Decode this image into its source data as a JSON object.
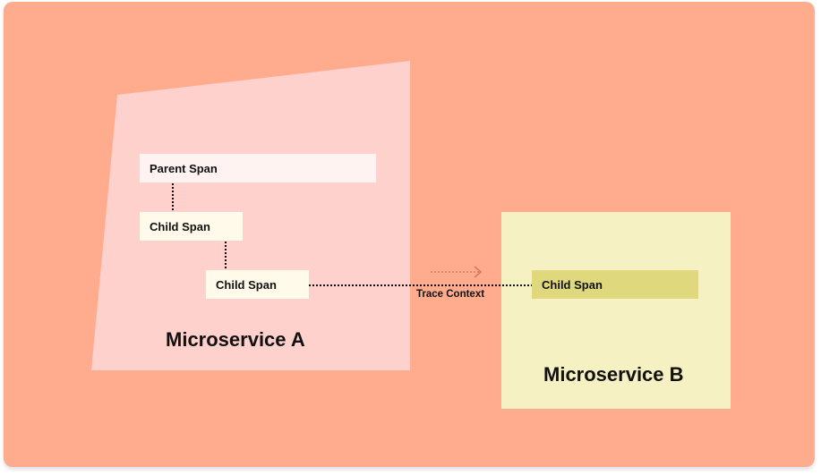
{
  "diagram": {
    "background_color": "#ffab8e",
    "microservice_a": {
      "label": "Microservice A",
      "color": "#ffd1cd",
      "parent_span": "Parent Span",
      "child_span_1": "Child Span",
      "child_span_2": "Child Span"
    },
    "microservice_b": {
      "label": "Microservice B",
      "color": "#f6f1c2",
      "child_span": "Child Span",
      "child_span_color": "#e0d87d"
    },
    "trace_context": {
      "label": "Trace Context",
      "arrow_color": "#e0735a"
    }
  }
}
